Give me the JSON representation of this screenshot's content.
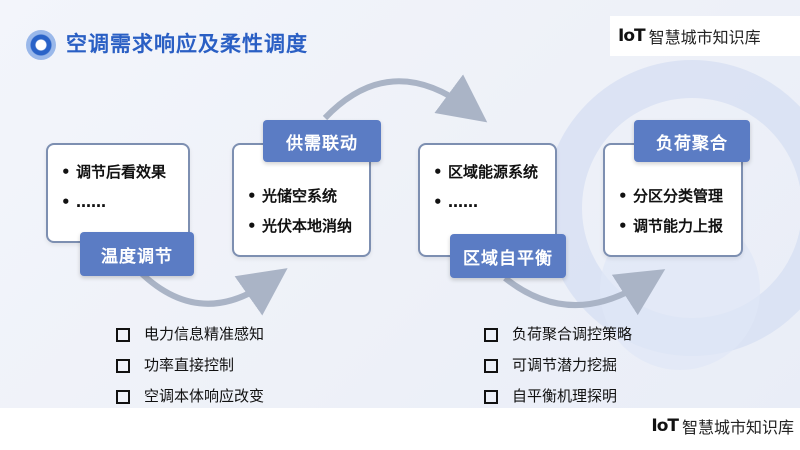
{
  "title": "空调需求响应及柔性调度",
  "brand": {
    "logo": "IoT",
    "name": "智慧城市知识库"
  },
  "stages": [
    {
      "label": "温度调节",
      "items": [
        "调节后看效果",
        "……"
      ]
    },
    {
      "label": "供需联动",
      "items": [
        "光储空系统",
        "光伏本地消纳"
      ]
    },
    {
      "label": "区域自平衡",
      "items": [
        "区域能源系统",
        "……"
      ]
    },
    {
      "label": "负荷聚合",
      "items": [
        "分区分类管理",
        "调节能力上报"
      ]
    }
  ],
  "features_left": [
    "电力信息精准感知",
    "功率直接控制",
    "空调本体响应改变"
  ],
  "features_right": [
    "负荷聚合调控策略",
    "可调节潜力挖掘",
    "自平衡机理探明"
  ],
  "colors": {
    "title": "#2a5fc4",
    "label_bg": "#5b7cc4",
    "box_border": "#7d8fb1",
    "arrow": "#aab4c6"
  }
}
